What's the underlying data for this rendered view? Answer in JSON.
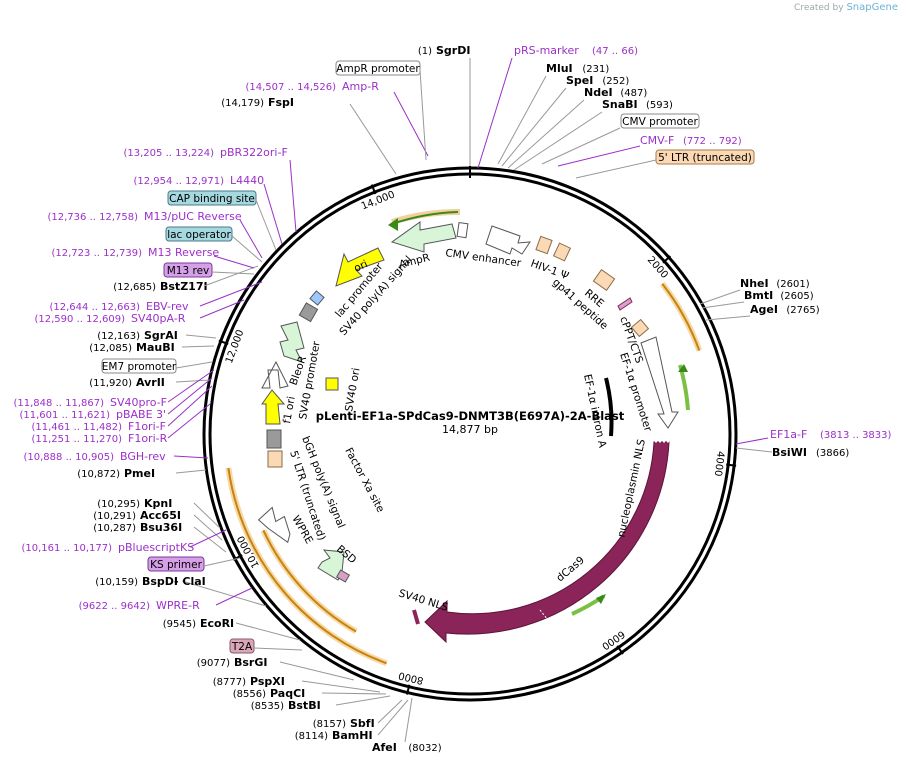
{
  "credit": {
    "prefix": "Created by",
    "brand": "SnapGene"
  },
  "plasmid": {
    "name": "pLenti-EF1a-SPdCas9-DNMT3B(E697A)-2A-Blast",
    "length": "14,877 bp"
  },
  "ticks": [
    "14,000",
    "2000",
    "4000",
    "6000",
    "8000",
    "10,000",
    "12,000"
  ],
  "colors": {
    "primer": "#9b30c8",
    "enzyme": "#000000",
    "cas9": "#8b2458",
    "orange": "#e6a23c",
    "green": "#7cbf45",
    "feature_fill": "#d8f5d8"
  },
  "sites": [
    {
      "pos": "(1)",
      "name": "SgrDI"
    },
    {
      "pos": "(231)",
      "name": "MluI"
    },
    {
      "pos": "(252)",
      "name": "SpeI"
    },
    {
      "pos": "(487)",
      "name": "NdeI"
    },
    {
      "pos": "(593)",
      "name": "SnaBI"
    },
    {
      "pos": "(2601)",
      "name": "NheI"
    },
    {
      "pos": "(2605)",
      "name": "BmtI"
    },
    {
      "pos": "(2765)",
      "name": "AgeI"
    },
    {
      "pos": "(3866)",
      "name": "BsiWI"
    },
    {
      "pos": "(8032)",
      "name": "AfeI"
    },
    {
      "pos": "(8114)",
      "name": "BamHI"
    },
    {
      "pos": "(8157)",
      "name": "SbfI"
    },
    {
      "pos": "(8535)",
      "name": "BstBI"
    },
    {
      "pos": "(8556)",
      "name": "PaqCI"
    },
    {
      "pos": "(8777)",
      "name": "PspXI"
    },
    {
      "pos": "(9077)",
      "name": "BsrGI"
    },
    {
      "pos": "(9545)",
      "name": "EcoRI"
    },
    {
      "pos": "(10,159)",
      "name": "BspDI"
    },
    {
      "pos": "(10,287)",
      "name": "Bsu36I"
    },
    {
      "pos": "(10,291)",
      "name": "Acc65I"
    },
    {
      "pos": "(10,295)",
      "name": "KpnI"
    },
    {
      "pos": "(10,872)",
      "name": "PmeI"
    },
    {
      "pos": "(11,920)",
      "name": "AvrII"
    },
    {
      "pos": "(12,085)",
      "name": "MauBI"
    },
    {
      "pos": "(12,163)",
      "name": "SgrAI"
    },
    {
      "pos": "(12,685)",
      "name": "BstZ17I"
    },
    {
      "pos": "(14,179)",
      "name": "FspI"
    }
  ],
  "claI": "- ClaI",
  "primers": [
    {
      "name": "pRS-marker",
      "range": "(47 .. 66)"
    },
    {
      "name": "CMV-F",
      "range": "(772 .. 792)"
    },
    {
      "name": "EF1a-F",
      "range": "(3813 .. 3833)"
    },
    {
      "name": "Amp-R",
      "range": "(14,507 .. 14,526)"
    },
    {
      "name": "pBR322ori-F",
      "range": "(13,205 .. 13,224)"
    },
    {
      "name": "L4440",
      "range": "(12,954 .. 12,971)"
    },
    {
      "name": "M13/pUC Reverse",
      "range": "(12,736 .. 12,758)"
    },
    {
      "name": "M13 Reverse",
      "range": "(12,723 .. 12,739)"
    },
    {
      "name": "EBV-rev",
      "range": "(12,644 .. 12,663)"
    },
    {
      "name": "SV40pA-R",
      "range": "(12,590 .. 12,609)"
    },
    {
      "name": "SV40pro-F",
      "range": "(11,848 .. 11,867)"
    },
    {
      "name": "pBABE 3'",
      "range": "(11,601 .. 11,621)"
    },
    {
      "name": "F1ori-F",
      "range": "(11,461 .. 11,482)"
    },
    {
      "name": "F1ori-R",
      "range": "(11,251 .. 11,270)"
    },
    {
      "name": "BGH-rev",
      "range": "(10,888 .. 10,905)"
    },
    {
      "name": "pBluescriptKS",
      "range": "(10,161 .. 10,177)"
    },
    {
      "name": "WPRE-R",
      "range": "(9622 .. 9642)"
    }
  ],
  "boxes": [
    "AmpR promoter",
    "CMV promoter",
    "5' LTR (truncated)",
    "CAP binding site",
    "lac operator",
    "M13 rev",
    "EM7 promoter",
    "KS primer",
    "T2A"
  ],
  "features": [
    "CMV enhancer",
    "HIV-1 Ψ",
    "RRE",
    "gp41 peptide",
    "cPPT/CTS",
    "EF-1α promoter",
    "EF-1α intron A",
    "nucleoplasmin NLS",
    "dCas9",
    "SV40 NLS",
    "BSD",
    "WPRE",
    "5' LTR (truncated)",
    "bGH poly(A) signal",
    "Factor Xa site",
    "f1 ori",
    "SV40 promoter",
    "SV40 ori",
    "BleoR",
    "lac promoter",
    "SV40 poly(A) signal",
    "ori",
    "AmpR"
  ]
}
